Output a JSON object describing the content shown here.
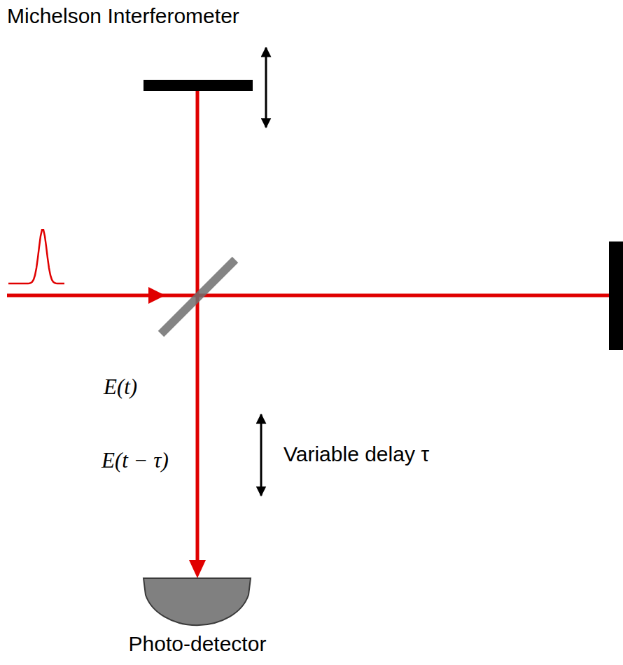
{
  "diagram": {
    "title": "Michelson Interferometer",
    "labels": [
      "E(t)",
      "E(t − τ)",
      "Variable delay τ",
      "Photo-detector"
    ]
  }
}
